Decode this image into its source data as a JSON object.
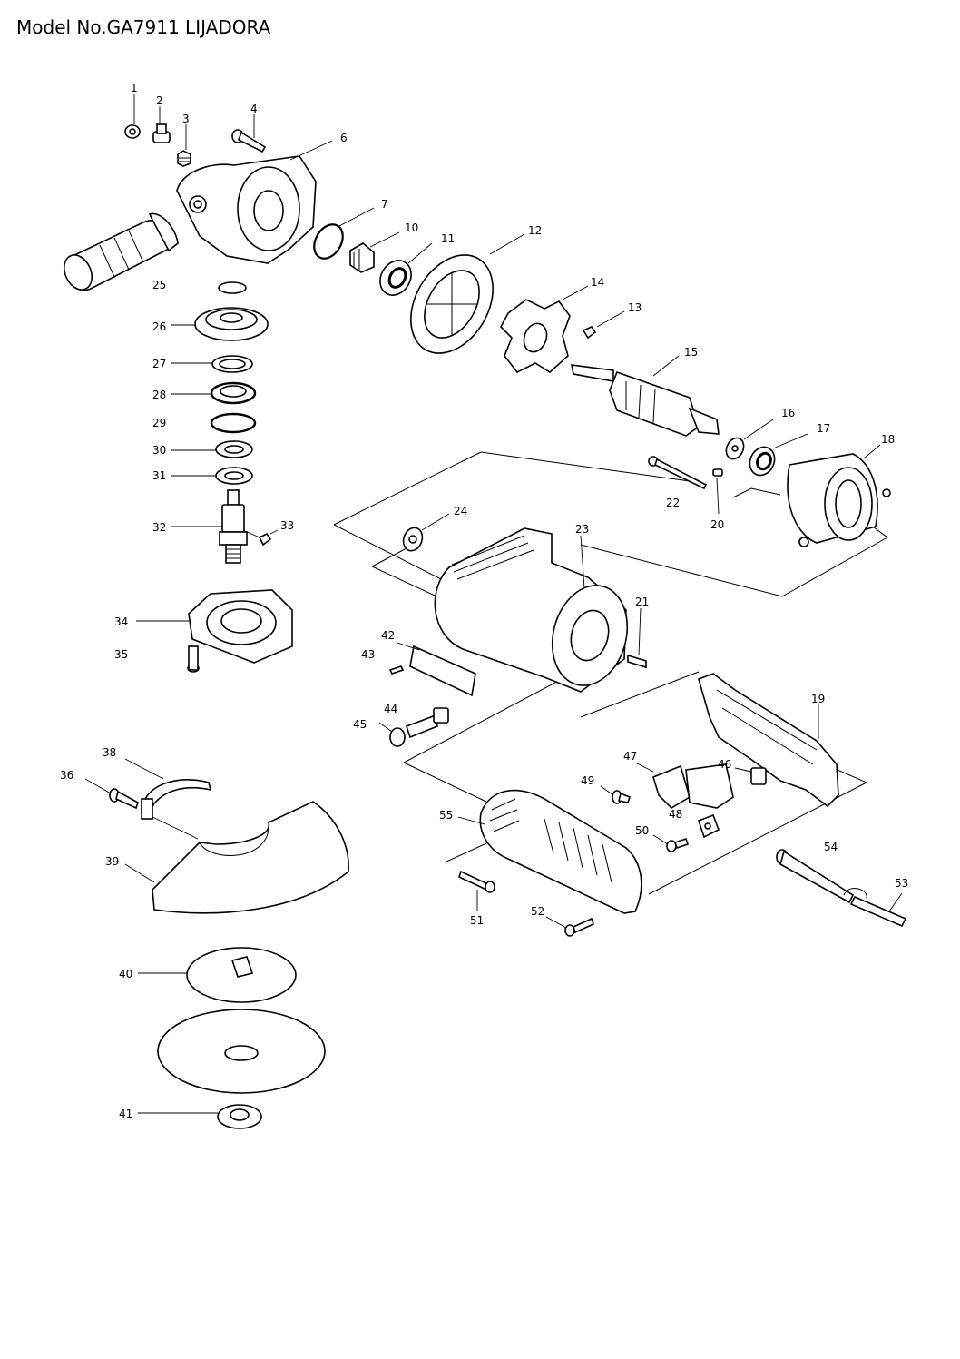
{
  "header": {
    "title": "Model No.GA7911 LIJADORA"
  },
  "parts": {
    "p1": "1",
    "p2": "2",
    "p3": "3",
    "p4": "4",
    "p6": "6",
    "p7": "7",
    "p10": "10",
    "p11": "11",
    "p12": "12",
    "p13": "13",
    "p14": "14",
    "p15": "15",
    "p16": "16",
    "p17": "17",
    "p18": "18",
    "p19": "19",
    "p20": "20",
    "p21": "21",
    "p22": "22",
    "p23": "23",
    "p24": "24",
    "p25": "25",
    "p26": "26",
    "p27": "27",
    "p28": "28",
    "p29": "29",
    "p30": "30",
    "p31": "31",
    "p32": "32",
    "p33": "33",
    "p34": "34",
    "p35": "35",
    "p36": "36",
    "p38": "38",
    "p39": "39",
    "p40": "40",
    "p41": "41",
    "p42": "42",
    "p43": "43",
    "p44": "44",
    "p45": "45",
    "p46": "46",
    "p47": "47",
    "p48": "48",
    "p49": "49",
    "p50": "50",
    "p51": "51",
    "p52": "52",
    "p53": "53",
    "p54": "54",
    "p55": "55"
  }
}
